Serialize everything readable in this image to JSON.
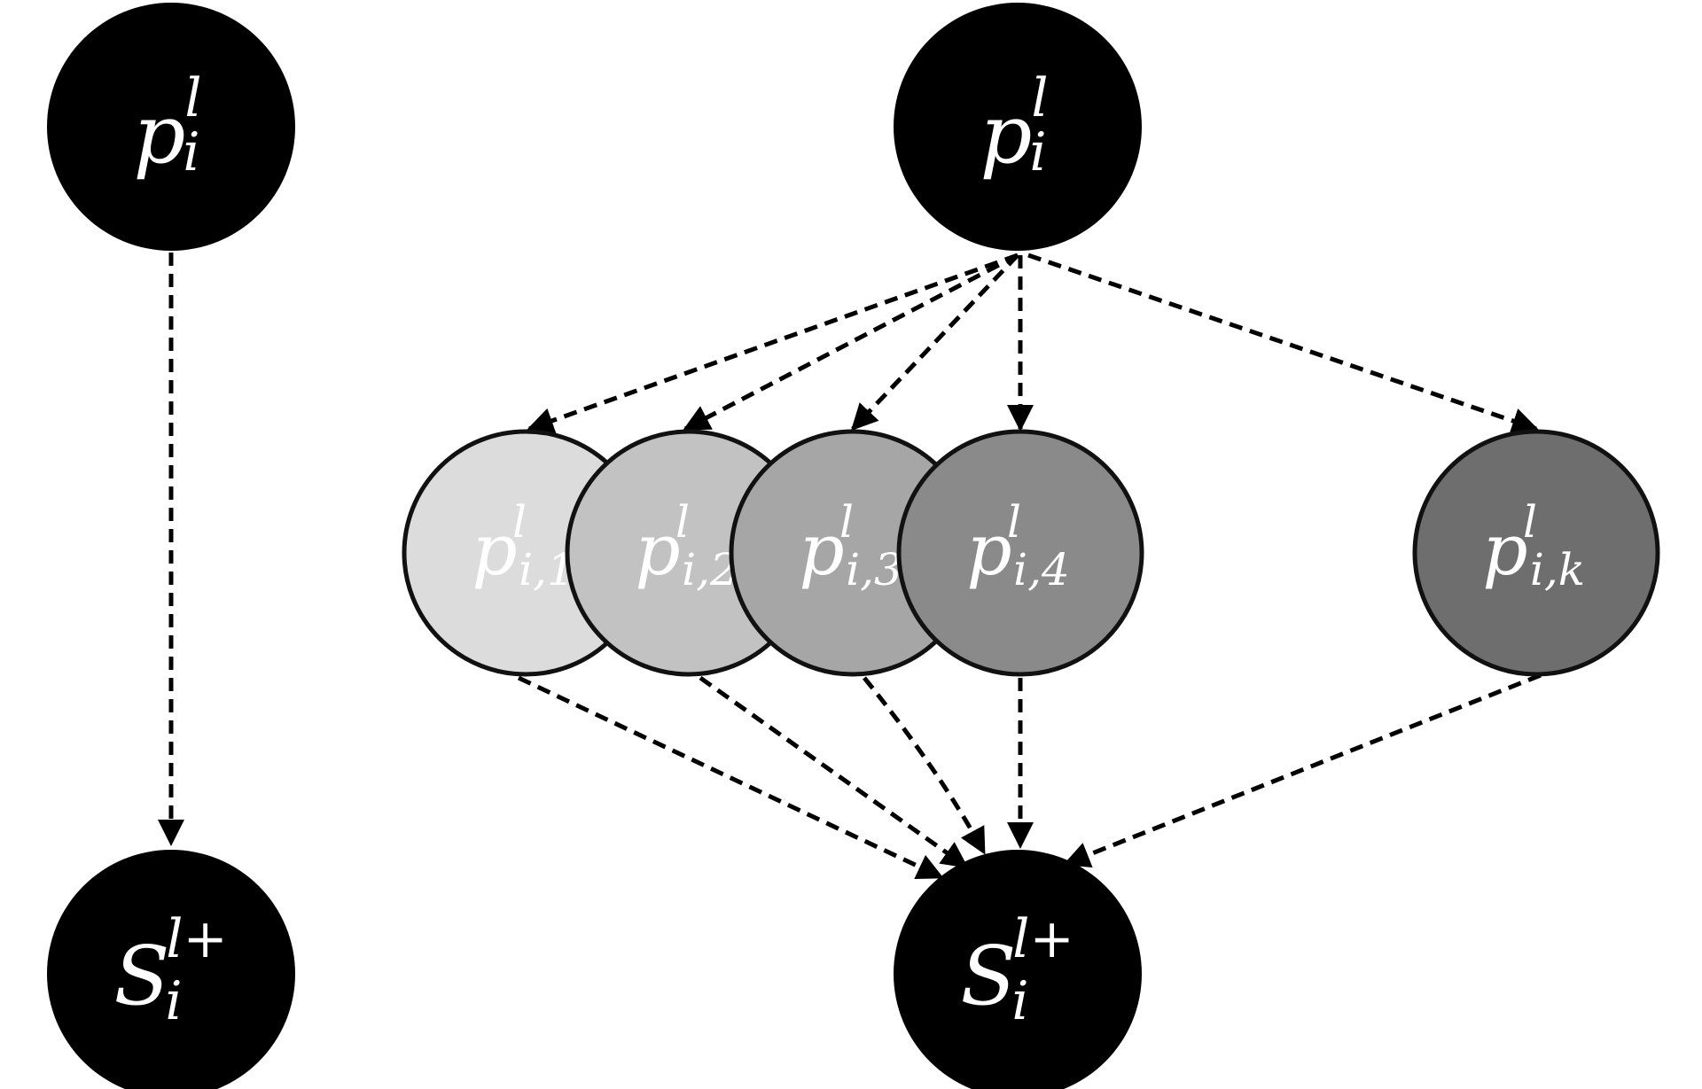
{
  "diagram": {
    "colors": {
      "dark_node_fill": "#000000",
      "label_on_dark": "#ffffff",
      "edge_color": "#000000",
      "sub_node_fills": [
        "#dcdcdc",
        "#c2c2c2",
        "#a6a6a6",
        "#8a8a8a",
        "#6e6e6e"
      ],
      "sub_node_outline": "#111111"
    },
    "left": {
      "top_node": {
        "base": "p",
        "sub": "i",
        "sup": "l"
      },
      "bottom_node": {
        "base": "S",
        "sub": "i",
        "sup": "l+"
      }
    },
    "right": {
      "top_node": {
        "base": "p",
        "sub": "i",
        "sup": "l"
      },
      "sub_nodes": [
        {
          "base": "p",
          "sub": "i,1",
          "sup": "l"
        },
        {
          "base": "p",
          "sub": "i,2",
          "sup": "l"
        },
        {
          "base": "p",
          "sub": "i,3",
          "sup": "l"
        },
        {
          "base": "p",
          "sub": "i,4",
          "sup": "l"
        },
        {
          "base": "p",
          "sub": "i,k",
          "sup": "l"
        }
      ],
      "bottom_node": {
        "base": "S",
        "sub": "i",
        "sup": "l+"
      }
    }
  }
}
